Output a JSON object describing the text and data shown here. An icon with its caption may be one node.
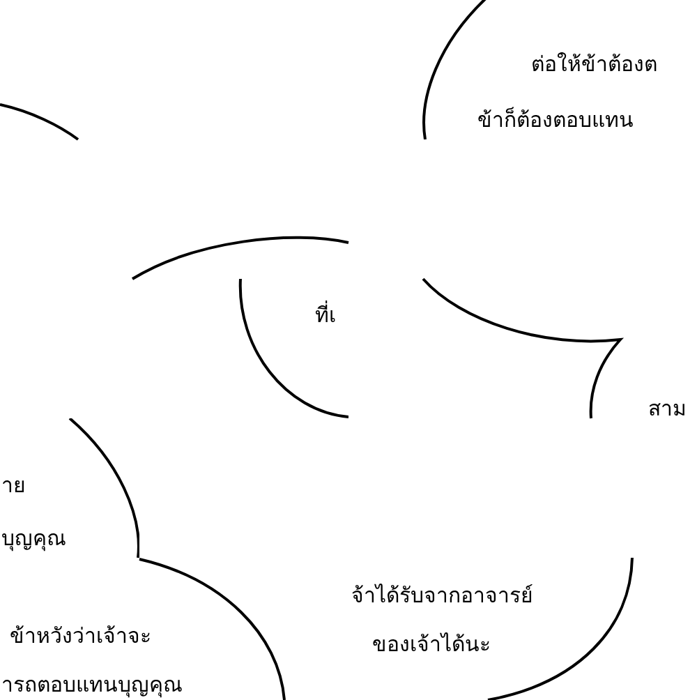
{
  "diagram": {
    "nodes": [
      {
        "text": [
          "ต่อให้ข้าต้องต",
          "ข้าก็ต้องตอบแทน"
        ]
      },
      {
        "text": [
          "ที่เ"
        ]
      },
      {
        "text": [
          "าย",
          "บุญคุณ"
        ]
      },
      {
        "text": [
          "ข้าหวังว่าเจ้าจะ",
          "ารถตอบแทนบุญคุณ"
        ]
      },
      {
        "text": [
          "จ้าได้รับจากอาจารย์",
          "ของเจ้าได้นะ"
        ]
      }
    ],
    "labels": [
      "สาม"
    ]
  }
}
